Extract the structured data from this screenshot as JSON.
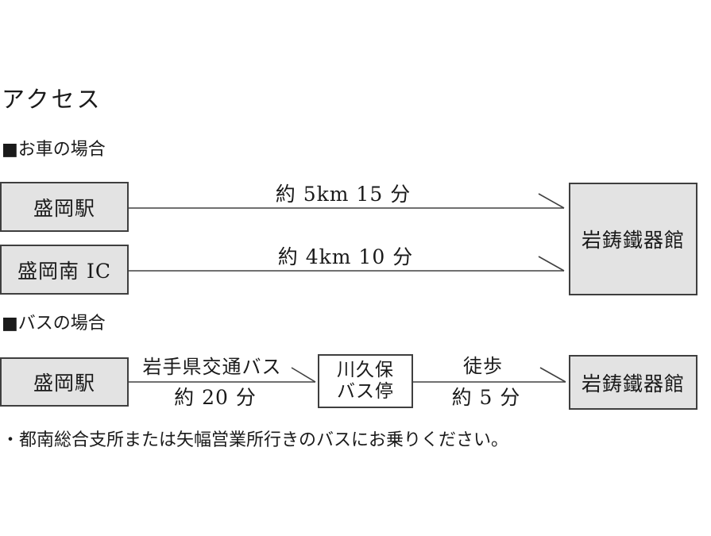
{
  "page": {
    "title": "アクセス"
  },
  "colors": {
    "background": "#ffffff",
    "box_fill": "#e3e3e3",
    "box_border": "#3f3f3f",
    "line": "#404040",
    "text": "#1a1a1a"
  },
  "car": {
    "heading": "■お車の場合",
    "routes": [
      {
        "from": "盛岡駅",
        "label": "約 5km 15 分"
      },
      {
        "from": "盛岡南 IC",
        "label": "約 4km 10 分"
      }
    ],
    "destination": "岩鋳鐵器館"
  },
  "bus": {
    "heading": "■バスの場合",
    "from": "盛岡駅",
    "leg1": {
      "line1": "岩手県交通バス",
      "line2": "約 20 分"
    },
    "stop": {
      "line1": "川久保",
      "line2": "バス停"
    },
    "leg2": {
      "line1": "徒歩",
      "line2": "約 5 分"
    },
    "destination": "岩鋳鐵器館",
    "note": "・都南総合支所または矢幅営業所行きのバスにお乗りください。"
  }
}
